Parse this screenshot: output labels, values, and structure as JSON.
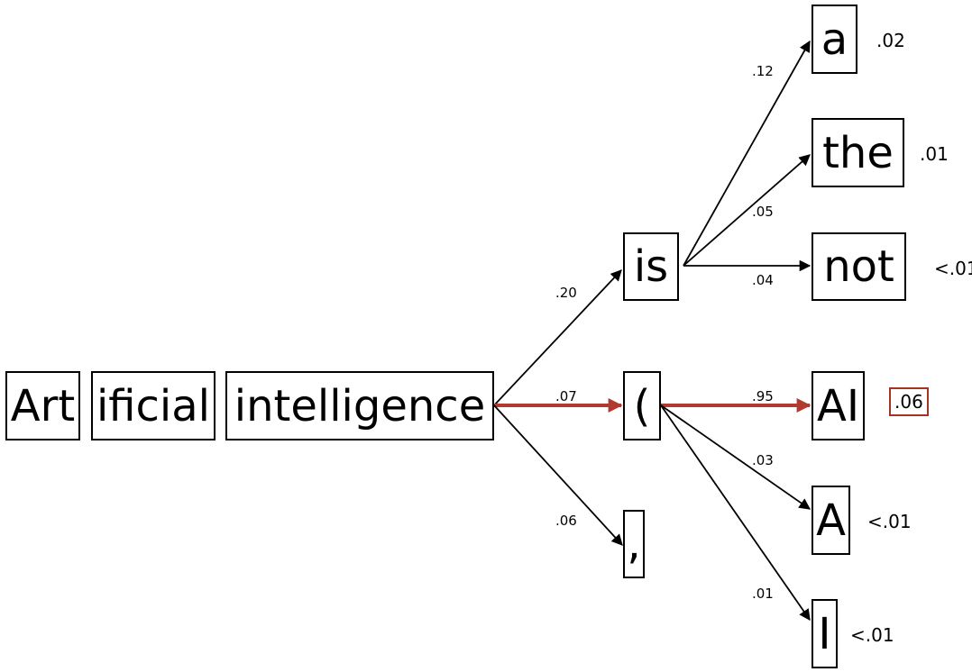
{
  "colors": {
    "highlight": "#b03a2e",
    "default": "#000000"
  },
  "prefix": {
    "t1": "Art",
    "t2": "ificial",
    "t3": "intelligence"
  },
  "level1": {
    "is": {
      "token": "is",
      "prob": ".20"
    },
    "paren": {
      "token": "(",
      "prob": ".07"
    },
    "comma": {
      "token": ",",
      "prob": ".06"
    }
  },
  "level2": {
    "a": {
      "token": "a",
      "prob": ".12",
      "cumulative": ".02"
    },
    "the": {
      "token": "the",
      "prob": ".05",
      "cumulative": ".01"
    },
    "not": {
      "token": "not",
      "prob": ".04",
      "cumulative": "<.01"
    },
    "ai": {
      "token": "AI",
      "prob": ".95",
      "cumulative": ".06"
    },
    "A": {
      "token": "A",
      "prob": ".03",
      "cumulative": "<.01"
    },
    "I": {
      "token": "I",
      "prob": ".01",
      "cumulative": "<.01"
    }
  }
}
